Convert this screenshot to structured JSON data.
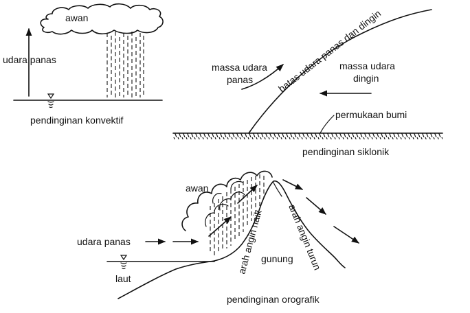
{
  "convective": {
    "cloud_label": "awan",
    "air_label": "udara panas",
    "caption": "pendinginan konvektif"
  },
  "cyclonic": {
    "warm_mass_line1": "massa udara",
    "warm_mass_line2": "panas",
    "boundary_label": "batas udara panas dan dingin",
    "cold_mass_line1": "massa udara",
    "cold_mass_line2": "dingin",
    "surface_label": "permukaan bumi",
    "caption": "pendinginan siklonik"
  },
  "orographic": {
    "cloud_label": "awan",
    "air_label": "udara panas",
    "rising_label": "arah angin naik",
    "mountain_label": "gunung",
    "descending_label": "arah angin turun",
    "sea_label": "laut",
    "caption": "pendinginan orografik"
  }
}
